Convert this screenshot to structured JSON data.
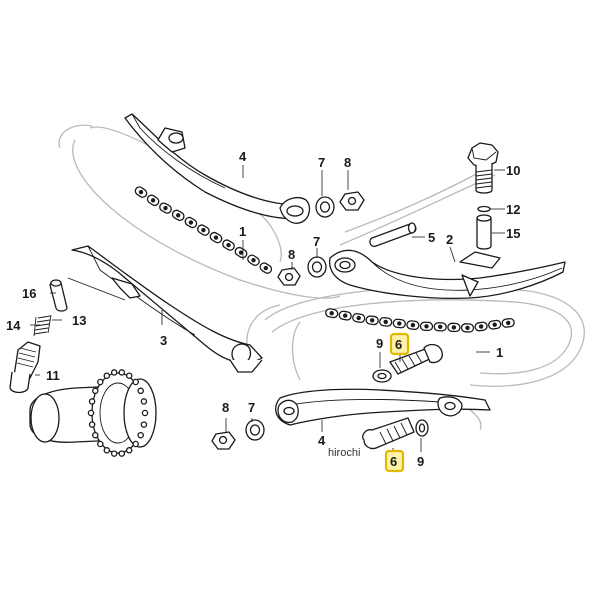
{
  "diagram": {
    "watermark": "hirochi",
    "highlight_color": "#e0b800",
    "callouts": [
      {
        "id": "c4a",
        "text": "4"
      },
      {
        "id": "c7a",
        "text": "7"
      },
      {
        "id": "c8a",
        "text": "8"
      },
      {
        "id": "c10",
        "text": "10"
      },
      {
        "id": "c12",
        "text": "12"
      },
      {
        "id": "c15",
        "text": "15"
      },
      {
        "id": "c1a",
        "text": "1"
      },
      {
        "id": "c5",
        "text": "5"
      },
      {
        "id": "c2",
        "text": "2"
      },
      {
        "id": "c8b",
        "text": "8"
      },
      {
        "id": "c7b",
        "text": "7"
      },
      {
        "id": "c16",
        "text": "16"
      },
      {
        "id": "c14",
        "text": "14"
      },
      {
        "id": "c13",
        "text": "13"
      },
      {
        "id": "c3",
        "text": "3"
      },
      {
        "id": "c9a",
        "text": "9"
      },
      {
        "id": "c6a",
        "text": "6"
      },
      {
        "id": "c1b",
        "text": "1"
      },
      {
        "id": "c11",
        "text": "11"
      },
      {
        "id": "c8c",
        "text": "8"
      },
      {
        "id": "c7c",
        "text": "7"
      },
      {
        "id": "c4b",
        "text": "4"
      },
      {
        "id": "c6b",
        "text": "6"
      },
      {
        "id": "c9b",
        "text": "9"
      }
    ]
  }
}
